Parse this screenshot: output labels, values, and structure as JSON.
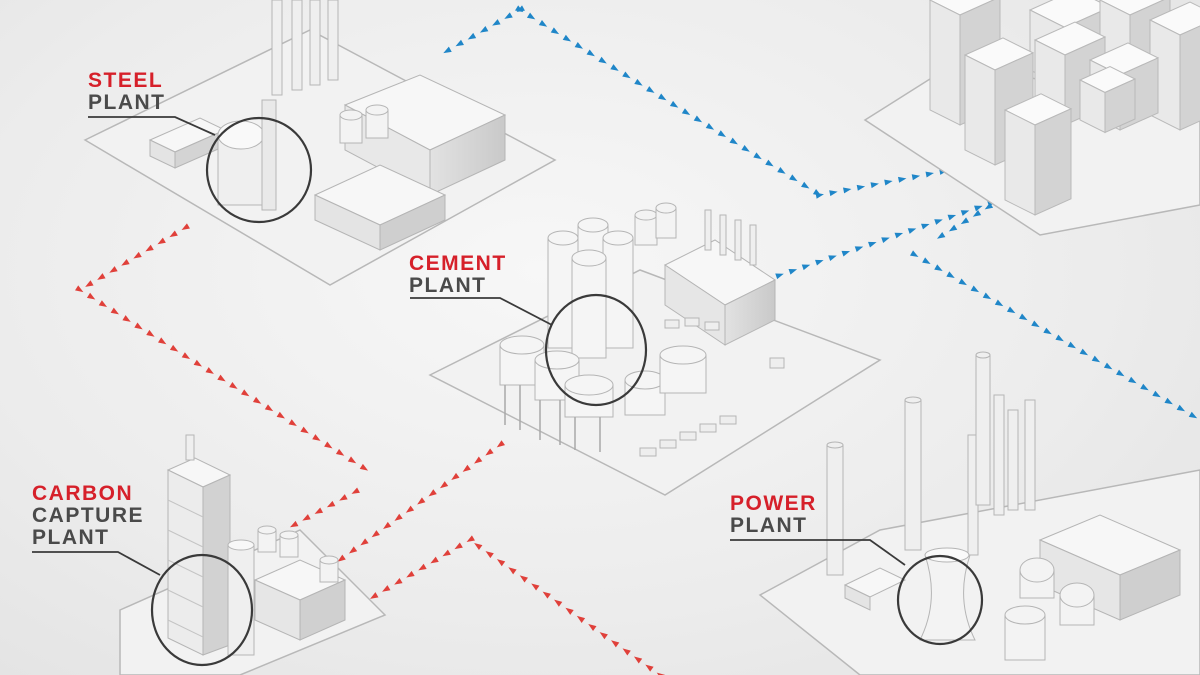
{
  "colors": {
    "accent_red": "#d6202a",
    "label_gray": "#4a4a4a",
    "co2_flow": "#e0403a",
    "energy_flow": "#1f86c8",
    "buildings": "#f4f4f4",
    "outline": "#9a9a9a"
  },
  "labels": {
    "steel": {
      "line1": "STEEL",
      "line2": "PLANT"
    },
    "cement": {
      "line1": "CEMENT",
      "line2": "PLANT"
    },
    "carbon": {
      "line1": "CARBON",
      "line2": "CAPTURE",
      "line3": "PLANT"
    },
    "power": {
      "line1": "POWER",
      "line2": "PLANT"
    }
  },
  "icons": [
    "steel-plant-model",
    "cement-plant-model",
    "carbon-capture-plant-model",
    "power-plant-model",
    "city-model"
  ]
}
